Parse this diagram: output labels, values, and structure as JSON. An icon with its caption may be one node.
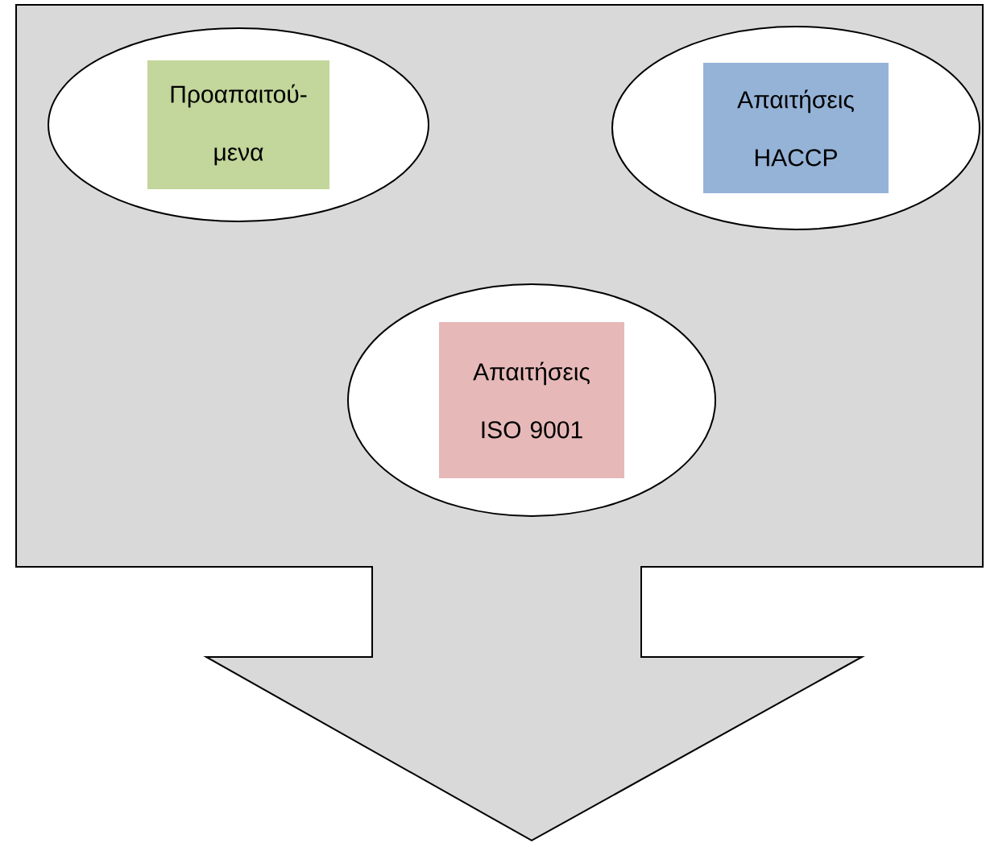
{
  "diagram": {
    "nodes": [
      {
        "text": [],
        "shape": "box"
      },
      {
        "text": [
          "Προαπαιτού- μενα"
        ],
        "in": 0
      },
      {
        "text": [
          "Απαιτήσεις HACCP"
        ],
        "in": 0
      },
      {
        "text": [
          "Απαιτήσεις ISO 9001"
        ],
        "in": 0
      }
    ]
  }
}
